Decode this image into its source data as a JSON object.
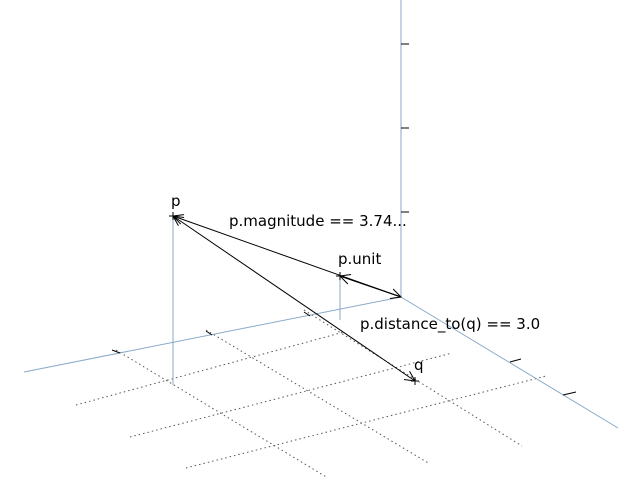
{
  "labels": {
    "p": "p",
    "q": "q",
    "p_unit": "p.unit",
    "magnitude": "p.magnitude == 3.74...",
    "distance": "p.distance_to(q) == 3.0"
  },
  "colors": {
    "axis": "#8aa9c8",
    "vector": "#000000",
    "grid": "#555555",
    "tick": "#000000"
  }
}
